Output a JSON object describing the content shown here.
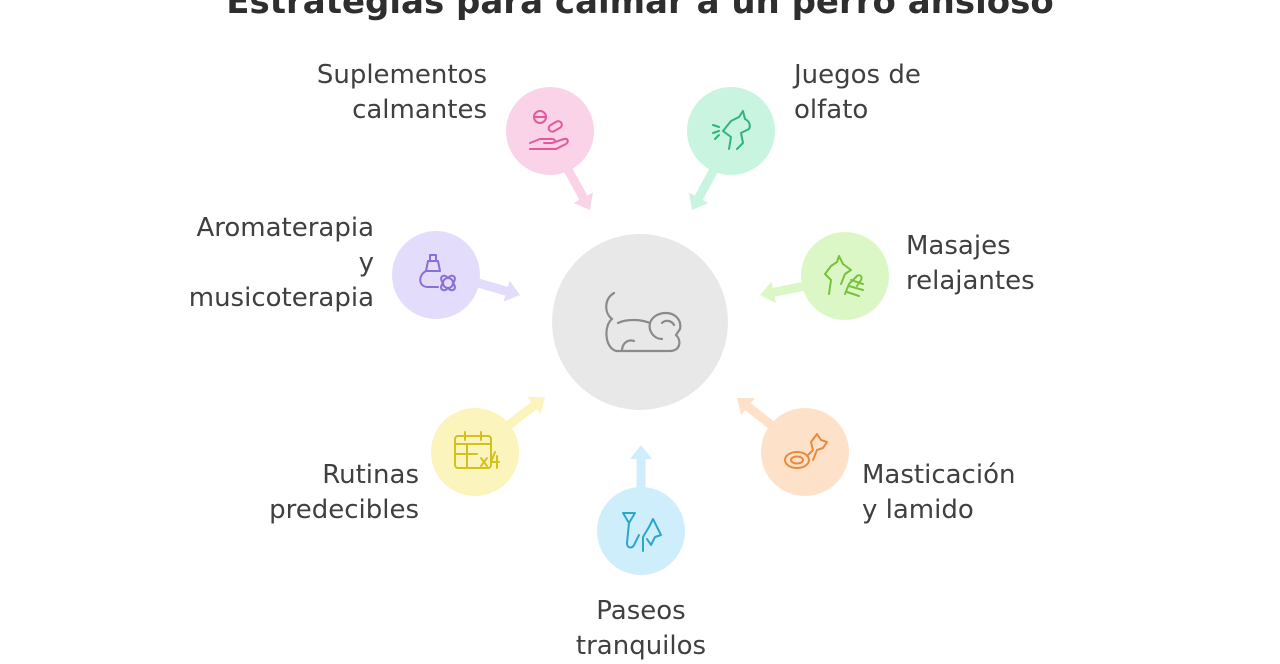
{
  "title": "Estrategias para calmar a un perro ansioso",
  "center": {
    "icon": "sleeping-dog-icon"
  },
  "strategies": [
    {
      "lines": [
        "Suplementos",
        "calmantes"
      ],
      "color": "#fbd3e9",
      "stroke": "#e05a9c",
      "icon": "pills-hand-icon"
    },
    {
      "lines": [
        "Juegos de",
        "olfato"
      ],
      "color": "#c9f4df",
      "stroke": "#2fb57a",
      "icon": "dog-sniffing-icon"
    },
    {
      "lines": [
        "Masajes",
        "relajantes"
      ],
      "color": "#dcf7c6",
      "stroke": "#78c23c",
      "icon": "dog-massage-icon"
    },
    {
      "lines": [
        "Masticación",
        "y lamido"
      ],
      "color": "#fde1c8",
      "stroke": "#e98a3c",
      "icon": "dog-chew-icon"
    },
    {
      "lines": [
        "Paseos",
        "tranquilos"
      ],
      "color": "#cfeefb",
      "stroke": "#2ba6cf",
      "icon": "walk-leash-icon"
    },
    {
      "lines": [
        "Rutinas",
        "predecibles"
      ],
      "color": "#fbf4bd",
      "stroke": "#d3c21d",
      "icon": "calendar-routine-icon"
    },
    {
      "lines": [
        "Aromaterapia",
        "y",
        "musicoterapia"
      ],
      "color": "#e4dcfb",
      "stroke": "#8a6fd8",
      "icon": "aroma-music-icon"
    }
  ]
}
